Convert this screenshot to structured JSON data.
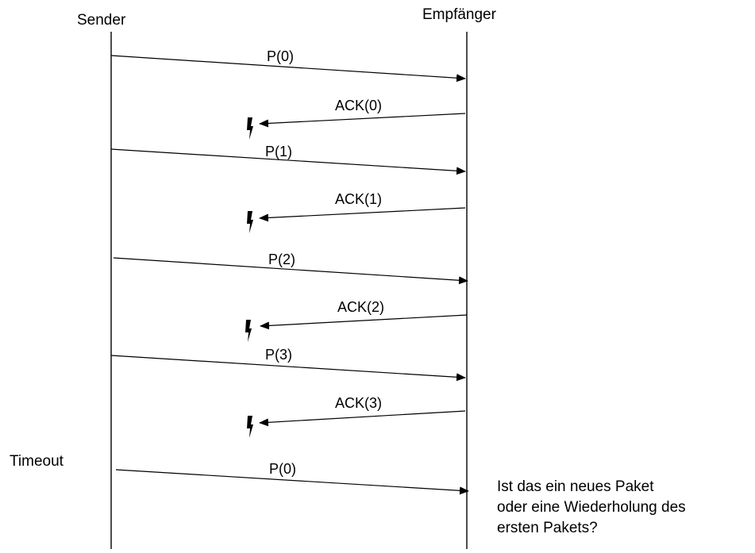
{
  "participants": {
    "sender": "Sender",
    "receiver": "Empfänger"
  },
  "event_labels": {
    "timeout": "Timeout"
  },
  "messages": [
    {
      "label": "P(0)",
      "direction": "sender-to-receiver"
    },
    {
      "label": "ACK(0)",
      "direction": "receiver-to-sender",
      "lost": true
    },
    {
      "label": "P(1)",
      "direction": "sender-to-receiver"
    },
    {
      "label": "ACK(1)",
      "direction": "receiver-to-sender",
      "lost": true
    },
    {
      "label": "P(2)",
      "direction": "sender-to-receiver"
    },
    {
      "label": "ACK(2)",
      "direction": "receiver-to-sender",
      "lost": true
    },
    {
      "label": "P(3)",
      "direction": "sender-to-receiver"
    },
    {
      "label": "ACK(3)",
      "direction": "receiver-to-sender",
      "lost": true
    },
    {
      "label": "P(0)",
      "direction": "sender-to-receiver"
    }
  ],
  "note": {
    "lines": [
      "Ist das ein neues Paket",
      "oder eine Wiederholung des",
      "ersten Pakets?"
    ]
  },
  "icons": {
    "loss": "lightning-bolt-icon"
  }
}
